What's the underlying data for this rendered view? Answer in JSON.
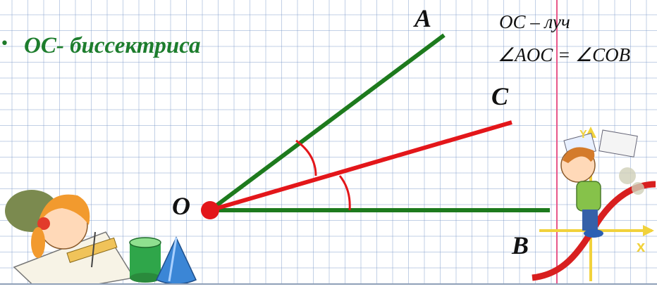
{
  "heading": {
    "bullet": "•",
    "text": "ОС- биссектриса"
  },
  "points": {
    "A": "A",
    "C": "C",
    "O": "O",
    "B": "B"
  },
  "notes": {
    "line1": "ОС – луч",
    "line2": "∠AOC = ∠COB"
  },
  "axis_labels": {
    "y": "Y",
    "x": "x"
  },
  "colors": {
    "ray_green": "#1d7a1d",
    "ray_red": "#e3161a",
    "heading_green": "#1d7d2d",
    "margin_pink": "#e8578a"
  }
}
